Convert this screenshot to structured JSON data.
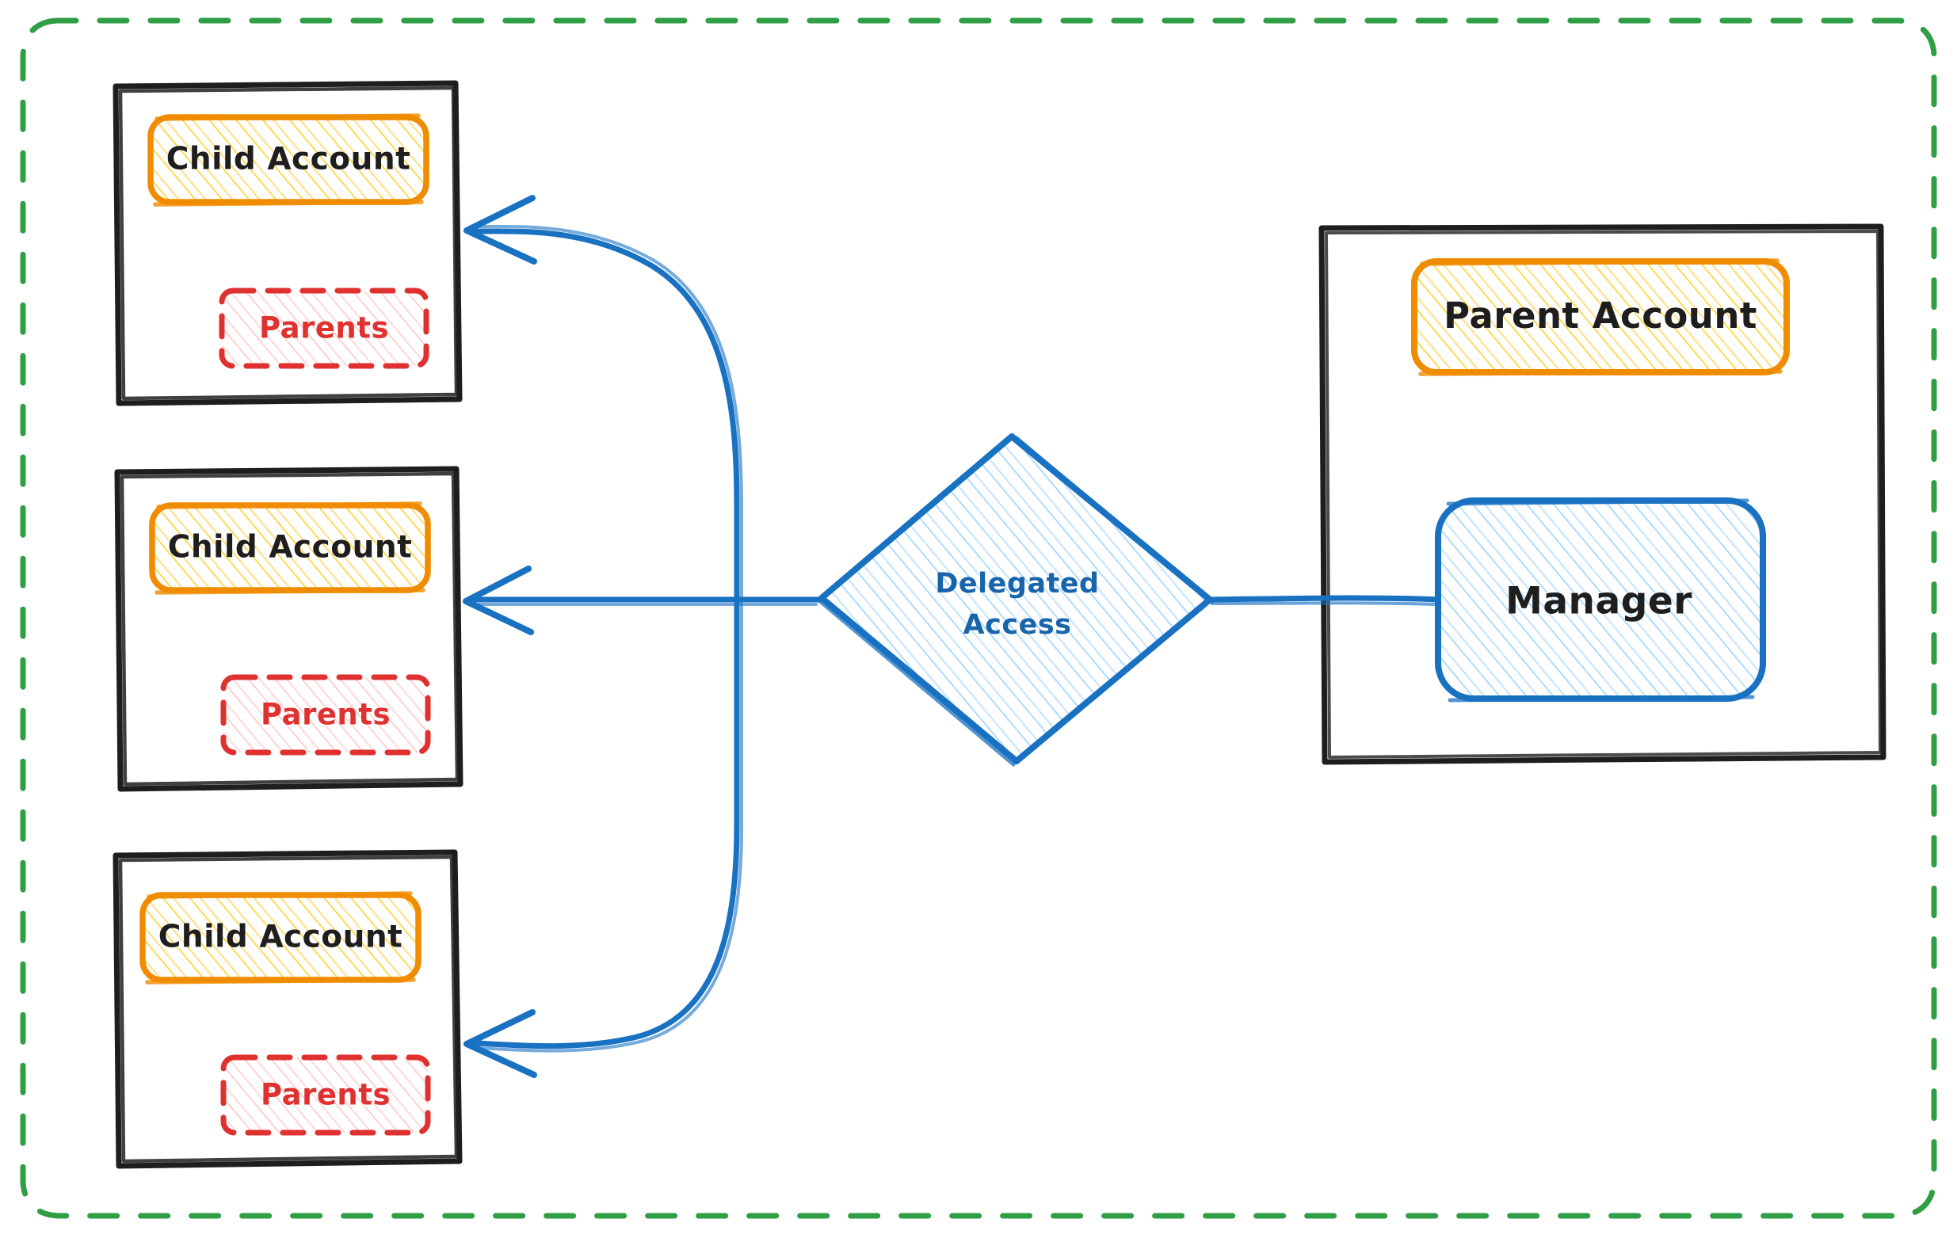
{
  "diagram": {
    "type": "architecture-flow",
    "title_visible": false,
    "background": "#ffffff",
    "outer_container": {
      "name": "organization-boundary",
      "stroke": "#2f9e44",
      "style": "dashed",
      "fill": "transparent"
    },
    "colors": {
      "green_dashed": "#2f9e44",
      "black_stroke": "#1e1e1e",
      "orange_stroke": "#f08c00",
      "orange_hatch": "#ffd43b",
      "red_stroke": "#e03131",
      "red_hatch": "#ffc9c9",
      "blue_stroke": "#1971c2",
      "blue_hatch": "#a5d8ff",
      "blue_text": "#1864ab"
    },
    "left_column": {
      "name": "child-accounts-column",
      "cards": [
        {
          "id": "child-account-1",
          "title": "Child Account",
          "title_color": "#1e1e1e",
          "badge": "Parents",
          "badge_color": "#e03131"
        },
        {
          "id": "child-account-2",
          "title": "Child Account",
          "title_color": "#1e1e1e",
          "badge": "Parents",
          "badge_color": "#e03131"
        },
        {
          "id": "child-account-3",
          "title": "Child Account",
          "title_color": "#1e1e1e",
          "badge": "Parents",
          "badge_color": "#e03131"
        }
      ]
    },
    "center_node": {
      "id": "delegated-access-diamond",
      "shape": "diamond",
      "label_line1": "Delegated",
      "label_line2": "Access",
      "stroke": "#1971c2",
      "fill_hatch": "#a5d8ff"
    },
    "right_column": {
      "name": "parent-account-column",
      "card": {
        "id": "parent-account-container",
        "items": [
          {
            "id": "parent-account-box",
            "label": "Parent Account",
            "stroke": "#f08c00",
            "hatch": "#ffd43b"
          },
          {
            "id": "manager-box",
            "label": "Manager",
            "stroke": "#1971c2",
            "hatch": "#a5d8ff"
          }
        ]
      }
    },
    "connectors": [
      {
        "id": "manager-to-delegated-access",
        "from": "manager-box",
        "to": "delegated-access-diamond",
        "arrowhead": false,
        "color": "#1971c2"
      },
      {
        "id": "delegated-access-to-child-1",
        "from": "delegated-access-diamond",
        "to": "child-account-1",
        "arrowhead": true,
        "color": "#1971c2"
      },
      {
        "id": "delegated-access-to-child-2",
        "from": "delegated-access-diamond",
        "to": "child-account-2",
        "arrowhead": true,
        "color": "#1971c2"
      },
      {
        "id": "delegated-access-to-child-3",
        "from": "delegated-access-diamond",
        "to": "child-account-3",
        "arrowhead": true,
        "color": "#1971c2"
      }
    ]
  }
}
